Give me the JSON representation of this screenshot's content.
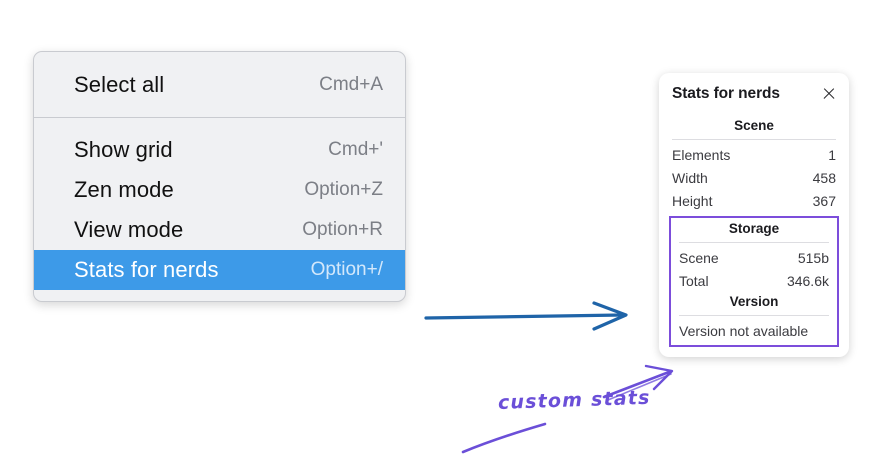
{
  "context_menu": {
    "sections": [
      {
        "name": "primary",
        "items": [
          {
            "label": "Select all",
            "shortcut": "Cmd+A",
            "selected": false
          }
        ]
      },
      {
        "name": "secondary",
        "items": [
          {
            "label": "Show grid",
            "shortcut": "Cmd+'",
            "selected": false
          },
          {
            "label": "Zen mode",
            "shortcut": "Option+Z",
            "selected": false
          },
          {
            "label": "View mode",
            "shortcut": "Option+R",
            "selected": false
          },
          {
            "label": "Stats for nerds",
            "shortcut": "Option+/",
            "selected": true
          }
        ]
      }
    ],
    "highlight_color": "#3d9ae8",
    "background_color": "#f0f1f3"
  },
  "stats_panel": {
    "title": "Stats for nerds",
    "close_icon": "close-icon",
    "groups": [
      {
        "title": "Scene",
        "highlighted": false,
        "rows": [
          {
            "key": "Elements",
            "value": "1"
          },
          {
            "key": "Width",
            "value": "458"
          },
          {
            "key": "Height",
            "value": "367"
          }
        ]
      },
      {
        "title": "Storage",
        "highlighted": true,
        "rows": [
          {
            "key": "Scene",
            "value": "515b"
          },
          {
            "key": "Total",
            "value": "346.6k"
          }
        ]
      },
      {
        "title": "Version",
        "highlighted": true,
        "note": "Version not available",
        "rows": []
      }
    ],
    "highlight_border_color": "#7c4ddb"
  },
  "annotations": {
    "arrow_blue": {
      "name": "blue-arrow",
      "color": "#1f64a8"
    },
    "arrow_purple": {
      "name": "purple-arrow",
      "color": "#6b4fd8"
    },
    "handwritten_label": "custom stats"
  }
}
